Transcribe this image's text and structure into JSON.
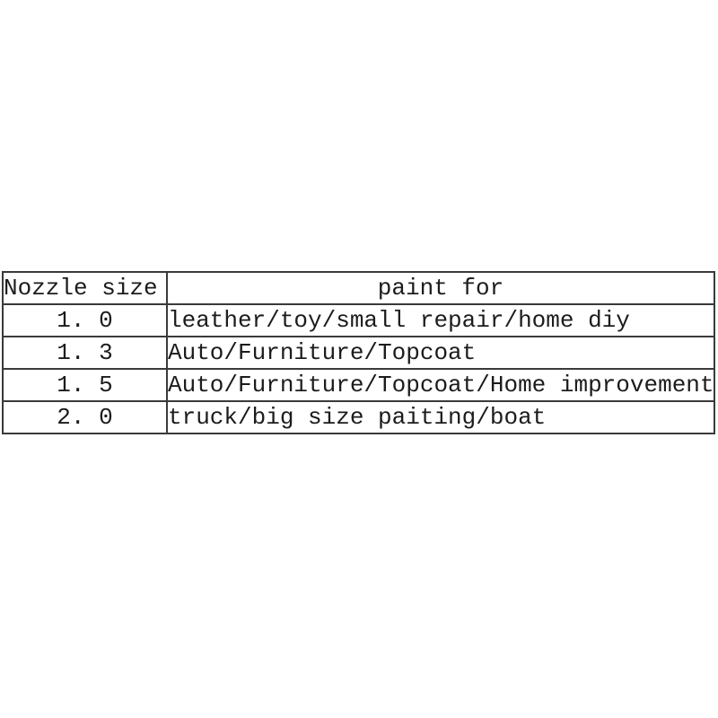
{
  "colors": {
    "background": "#ffffff",
    "border": "#3a3a3a",
    "text": "#1c1c1c"
  },
  "table": {
    "headers": [
      "Nozzle size",
      "paint for"
    ],
    "rows": [
      {
        "size": "1. 0",
        "use": "leather/toy/small repair/home diy"
      },
      {
        "size": "1. 3",
        "use": "Auto/Furniture/Topcoat"
      },
      {
        "size": "1. 5",
        "use": "Auto/Furniture/Topcoat/Home improvement"
      },
      {
        "size": "2. 0",
        "use": "truck/big size paiting/boat"
      }
    ]
  }
}
